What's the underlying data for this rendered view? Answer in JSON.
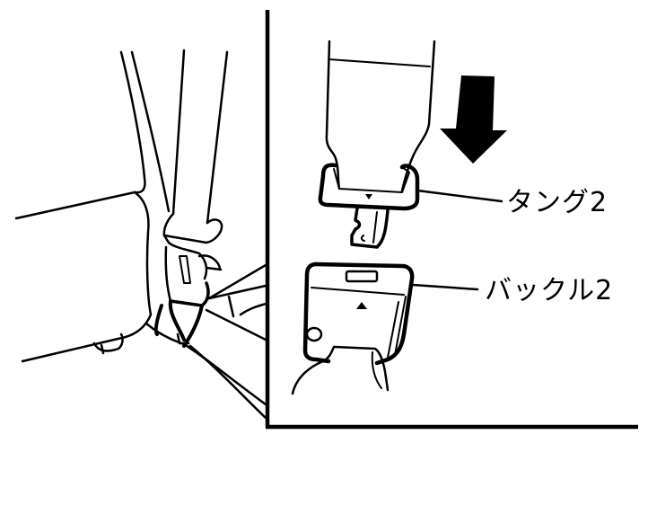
{
  "figure": {
    "type": "seat-belt-fastening-instruction",
    "colors": {
      "line": "#000000",
      "background": "#ffffff"
    },
    "overview": {
      "description": "rear seat with belt tongue and buckle near seat cushion"
    },
    "inset": {
      "arrow": {
        "direction": "down",
        "icon": "arrow-down-icon"
      },
      "callouts": [
        {
          "id": "tongue",
          "label": "タング2"
        },
        {
          "id": "buckle",
          "label": "バックル2"
        }
      ],
      "markers": {
        "tongue_mark": "▼",
        "buckle_mark": "▲"
      }
    }
  }
}
